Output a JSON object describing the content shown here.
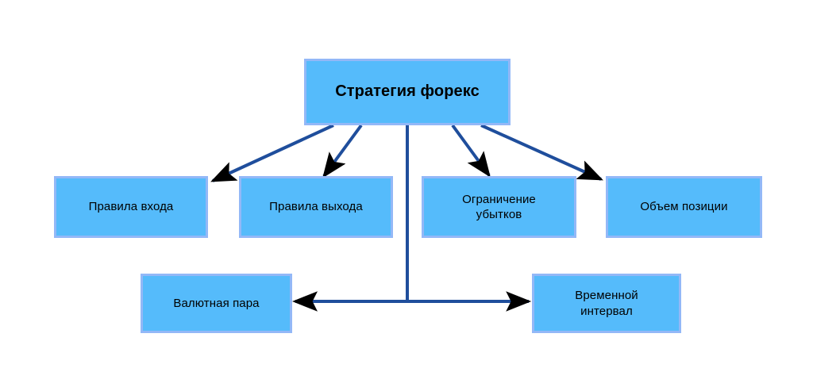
{
  "diagram": {
    "title": "Стратегия форекс",
    "type": "tree-flowchart",
    "colors": {
      "node_fill": "#55bbfb",
      "node_border": "#93b8f7",
      "edge_line": "#1f4e9c",
      "arrow_head": "#000000",
      "background": "#ffffff",
      "text": "#000000"
    },
    "nodes": {
      "root": {
        "label": "Стратегия форекс"
      },
      "entry_rules": {
        "label": "Правила входа"
      },
      "exit_rules": {
        "label": "Правила выхода"
      },
      "stop_loss": {
        "label": "Ограничение\nубытков"
      },
      "position_volume": {
        "label": "Объем позиции"
      },
      "currency_pair": {
        "label": "Валютная пара"
      },
      "timeframe": {
        "label": "Временной\nинтервал"
      }
    },
    "edges": [
      {
        "from": "root",
        "to": "entry_rules",
        "arrow": "single"
      },
      {
        "from": "root",
        "to": "exit_rules",
        "arrow": "single"
      },
      {
        "from": "root",
        "to": "stop_loss",
        "arrow": "single"
      },
      {
        "from": "root",
        "to": "position_volume",
        "arrow": "single"
      },
      {
        "from": "root",
        "to": "currency_pair",
        "arrow": "double"
      },
      {
        "from": "root",
        "to": "timeframe",
        "arrow": "double"
      }
    ]
  }
}
